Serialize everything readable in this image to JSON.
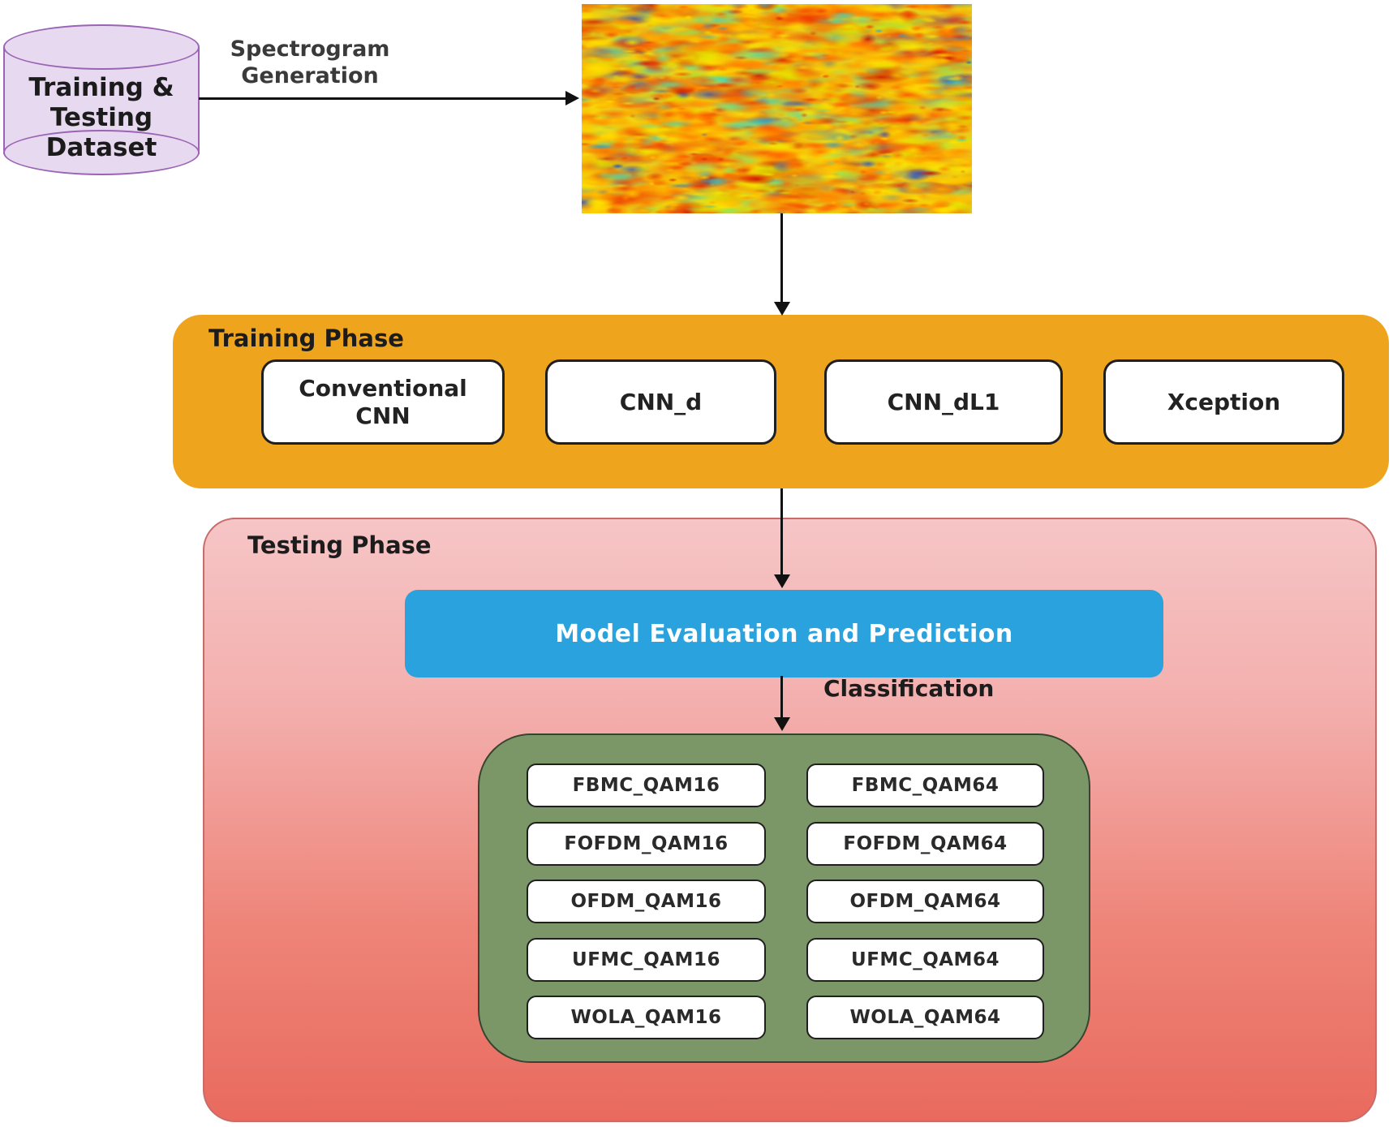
{
  "dataset_cylinder": {
    "label": "Training &\nTesting\nDataset"
  },
  "spectrogram_arrow_label": "Spectrogram\nGeneration",
  "spectrogram": {
    "palette": [
      [
        "#FFE600",
        20
      ],
      [
        "#FFC800",
        14
      ],
      [
        "#FF9100",
        18
      ],
      [
        "#FF5A00",
        14
      ],
      [
        "#EE3000",
        10
      ],
      [
        "#C80000",
        5
      ],
      [
        "#D8E600",
        7
      ],
      [
        "#8CE85C",
        3
      ],
      [
        "#34D8C8",
        5
      ],
      [
        "#14A0E0",
        2
      ],
      [
        "#1048D8",
        2
      ]
    ],
    "base_color": "#E9CB1E"
  },
  "training_phase": {
    "title": "Training Phase",
    "models": [
      "Conventional CNN",
      "CNN_d",
      "CNN_dL1",
      "Xception"
    ]
  },
  "testing_phase": {
    "title": "Testing Phase",
    "evaluation_box_label": "Model Evaluation and Prediction",
    "classification_label": "Classification",
    "classes": {
      "qam16": [
        "FBMC_QAM16",
        "FOFDM_QAM16",
        "OFDM_QAM16",
        "UFMC_QAM16",
        "WOLA_QAM16"
      ],
      "qam64": [
        "FBMC_QAM64",
        "FOFDM_QAM64",
        "OFDM_QAM64",
        "UFMC_QAM64",
        "WOLA_QAM64"
      ]
    }
  },
  "colors": {
    "cylinder_fill": "#E7D9EF",
    "cylinder_border": "#9B64B5",
    "training_box": "#EFA41D",
    "testing_box_gradient_top": "#F6C5C6",
    "testing_box_gradient_bottom": "#E96A5E",
    "evaluation_box": "#29A2DD",
    "classes_box": "#7C9767",
    "model_box_fill": "#FFFFFF",
    "arrow": "#111111"
  }
}
